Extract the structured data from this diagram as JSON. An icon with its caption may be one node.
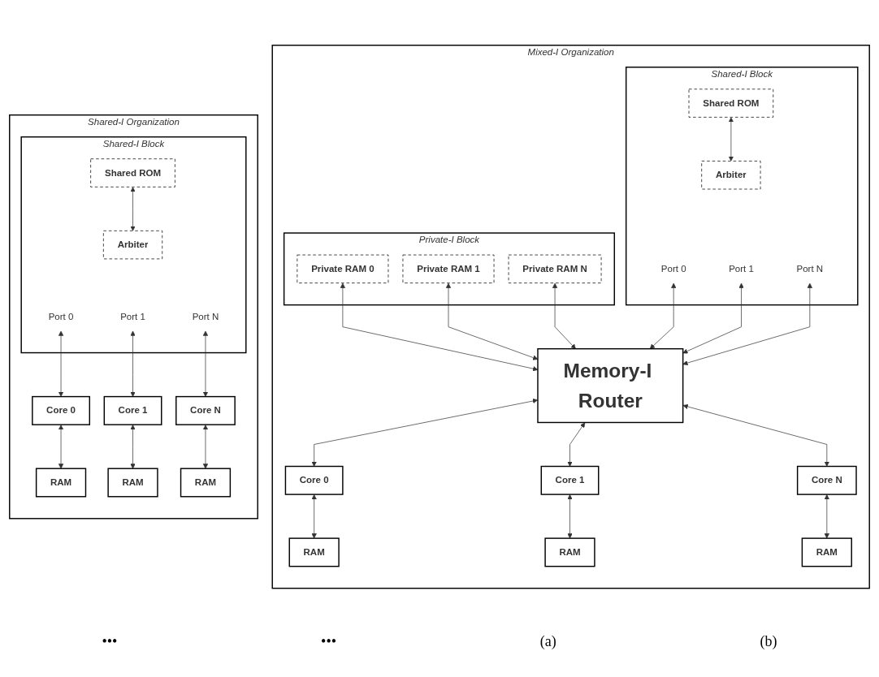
{
  "diagram": {
    "nodes": [
      {
        "text": [
          "Shared-I Organization"
        ]
      },
      {
        "text": [
          "Shared-I Block"
        ],
        "in": 0
      },
      {
        "text": [
          "Shared ROM"
        ],
        "in": 1
      },
      {
        "text": [
          "Arbiter"
        ],
        "in": 1
      },
      {
        "text": [
          "Port 0"
        ],
        "in": 1
      },
      {
        "text": [
          "Port 1"
        ],
        "in": 1
      },
      {
        "text": [
          "Port N"
        ],
        "in": 1
      },
      {
        "text": [
          "Core 0"
        ],
        "in": 0
      },
      {
        "text": [
          "Core 1"
        ],
        "in": 0
      },
      {
        "text": [
          "Core N"
        ],
        "in": 0
      },
      {
        "text": [
          "RAM"
        ],
        "in": 0
      },
      {
        "text": [
          "RAM"
        ],
        "in": 0
      },
      {
        "text": [
          "RAM"
        ],
        "in": 0
      },
      {
        "text": [
          "Mixed-I Organization"
        ]
      },
      {
        "text": [
          "Private-I Block"
        ],
        "in": 13
      },
      {
        "text": [
          "Private RAM 0"
        ],
        "in": 14
      },
      {
        "text": [
          "Private RAM 1"
        ],
        "in": 14
      },
      {
        "text": [
          "Private RAM N"
        ],
        "in": 14
      },
      {
        "text": [
          "Shared-I Block"
        ],
        "in": 13
      },
      {
        "text": [
          "Shared ROM"
        ],
        "in": 18
      },
      {
        "text": [
          "Arbiter"
        ],
        "in": 18
      },
      {
        "text": [
          "Port 0"
        ],
        "in": 18
      },
      {
        "text": [
          "Port 1"
        ],
        "in": 18
      },
      {
        "text": [
          "Port N"
        ],
        "in": 18
      },
      {
        "text": [
          "Memory-I Router"
        ],
        "in": 13
      },
      {
        "text": [
          "Core 0"
        ],
        "in": 13
      },
      {
        "text": [
          "Core 1"
        ],
        "in": 13
      },
      {
        "text": [
          "Core N"
        ],
        "in": 13
      },
      {
        "text": [
          "RAM"
        ],
        "in": 13
      },
      {
        "text": [
          "RAM"
        ],
        "in": 13
      },
      {
        "text": [
          "RAM"
        ],
        "in": 13
      }
    ],
    "edges": [
      {
        "from": 2,
        "to": 3,
        "arrow": "both"
      },
      {
        "from": 4,
        "to": 7,
        "arrow": "both"
      },
      {
        "from": 5,
        "to": 8,
        "arrow": "both"
      },
      {
        "from": 6,
        "to": 9,
        "arrow": "both"
      },
      {
        "from": 7,
        "to": 10,
        "arrow": "both"
      },
      {
        "from": 8,
        "to": 11,
        "arrow": "both"
      },
      {
        "from": 9,
        "to": 12,
        "arrow": "both"
      },
      {
        "from": 19,
        "to": 20,
        "arrow": "both"
      },
      {
        "from": 15,
        "to": 24,
        "arrow": "both"
      },
      {
        "from": 16,
        "to": 24,
        "arrow": "both"
      },
      {
        "from": 17,
        "to": 24,
        "arrow": "both"
      },
      {
        "from": 21,
        "to": 24,
        "arrow": "both"
      },
      {
        "from": 22,
        "to": 24,
        "arrow": "both"
      },
      {
        "from": 23,
        "to": 24,
        "arrow": "both"
      },
      {
        "from": 24,
        "to": 25,
        "arrow": "both"
      },
      {
        "from": 24,
        "to": 26,
        "arrow": "both"
      },
      {
        "from": 24,
        "to": 27,
        "arrow": "both"
      },
      {
        "from": 25,
        "to": 28,
        "arrow": "both"
      },
      {
        "from": 26,
        "to": 29,
        "arrow": "both"
      },
      {
        "from": 27,
        "to": 30,
        "arrow": "both"
      }
    ],
    "labels": [
      "•••",
      "•••",
      "(a)",
      "(b)"
    ]
  }
}
